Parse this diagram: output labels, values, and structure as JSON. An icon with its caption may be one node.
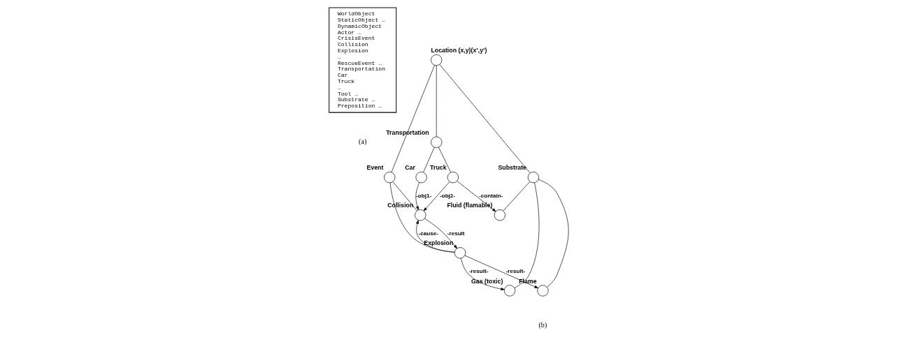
{
  "diagram": {
    "nodes": [
      {
        "text": [
          "WorldObject",
          "StaticObject …",
          "DynamicObject",
          "Actor …",
          "CrisisEvent",
          "Collision",
          "Explosion",
          "…",
          "RescueEvent …",
          "Transportation",
          "Car",
          "Truck",
          "…",
          "Tool …",
          "Substrate …",
          "Preposition …"
        ]
      },
      {
        "text": [],
        "shape": "circle",
        "beside": [
          "Location (x,y)(x’,y’)"
        ]
      },
      {
        "text": [],
        "shape": "circle",
        "beside": [
          "Event"
        ]
      },
      {
        "text": [],
        "shape": "circle",
        "beside": [
          "Transportation"
        ]
      },
      {
        "text": [],
        "shape": "circle",
        "beside": [
          "Substrate"
        ]
      },
      {
        "text": [],
        "shape": "circle",
        "beside": [
          "Collision"
        ]
      },
      {
        "text": [],
        "shape": "circle",
        "beside": [
          "Car"
        ]
      },
      {
        "text": [],
        "shape": "circle",
        "beside": [
          "Truck"
        ]
      },
      {
        "text": [],
        "shape": "circle",
        "beside": [
          "Fluid (flamable)"
        ]
      },
      {
        "text": [],
        "shape": "circle",
        "beside": [
          "Gas (toxic)"
        ]
      },
      {
        "text": [],
        "shape": "circle",
        "beside": [
          "Explosion"
        ]
      },
      {
        "text": [],
        "shape": "circle",
        "beside": [
          "Flame"
        ]
      }
    ],
    "edges": [
      {
        "from": 1,
        "to": 2,
        "arrow": "none"
      },
      {
        "from": 1,
        "to": 3,
        "arrow": "none"
      },
      {
        "from": 1,
        "to": 4,
        "arrow": "none"
      },
      {
        "from": 2,
        "to": 5,
        "arrow": "none"
      },
      {
        "from": 2,
        "to": 10,
        "arrow": "none"
      },
      {
        "from": 3,
        "to": 6,
        "arrow": "none"
      },
      {
        "from": 3,
        "to": 7,
        "arrow": "none"
      },
      {
        "from": 4,
        "to": 8,
        "arrow": "none"
      },
      {
        "from": 4,
        "to": 9,
        "arrow": "none"
      },
      {
        "from": 4,
        "to": 11,
        "arrow": "none"
      },
      {
        "from": 6,
        "to": 5,
        "arrow": "to",
        "label": "-obj1-"
      },
      {
        "from": 7,
        "to": 5,
        "arrow": "to",
        "label": "-obj2-"
      },
      {
        "from": 7,
        "to": 8,
        "arrow": "to",
        "label": "-contain-"
      },
      {
        "from": 10,
        "to": 5,
        "arrow": "to",
        "label": "-cause-"
      },
      {
        "from": 5,
        "to": 10,
        "arrow": "to",
        "label": "-result"
      },
      {
        "from": 10,
        "to": 9,
        "arrow": "to",
        "label": "-result-"
      },
      {
        "from": 10,
        "to": 11,
        "arrow": "to",
        "label": "-result-"
      }
    ],
    "labels": [
      "(a)",
      "(b)"
    ]
  }
}
